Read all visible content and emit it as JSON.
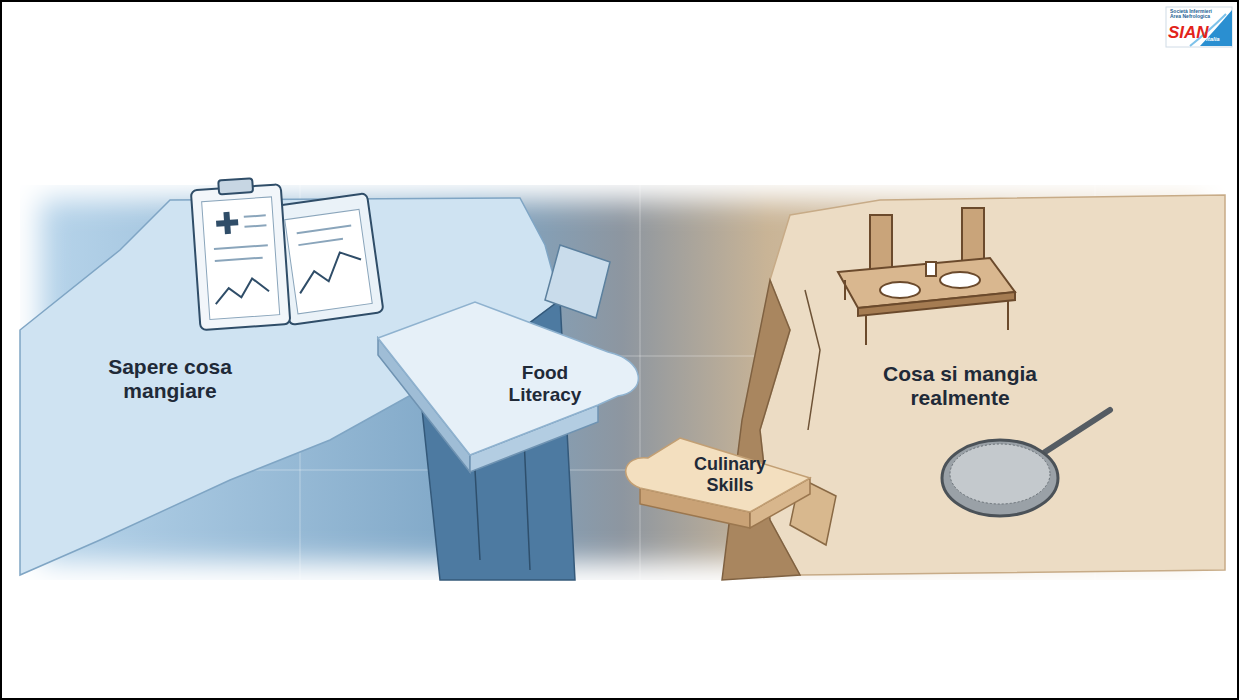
{
  "diagram": {
    "nodes": [
      {
        "text": [
          "Sapere cosa mangiare"
        ]
      },
      {
        "text": [
          "Food Literacy"
        ]
      },
      {
        "text": [
          "Culinary Skills"
        ]
      },
      {
        "text": [
          "Cosa si mangia realmente"
        ]
      }
    ],
    "labels": [
      "Società Infermieri Area Nefrologica",
      "SIAN",
      "Italia"
    ]
  }
}
